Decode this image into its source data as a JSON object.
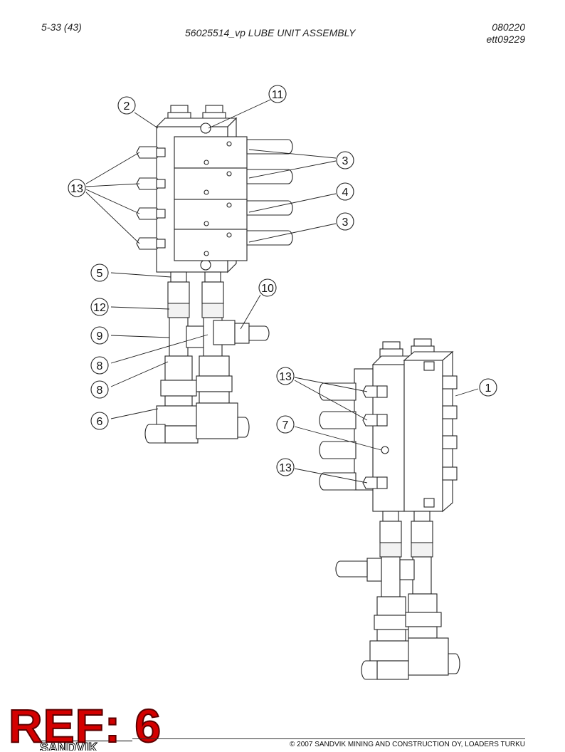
{
  "header": {
    "page": "5-33 (43)",
    "title": "56025514_vp LUBE UNIT ASSEMBLY",
    "date": "080220",
    "code": "ett09229"
  },
  "callouts": {
    "c2": "2",
    "c11": "11",
    "c3a": "3",
    "c13a": "13",
    "c4": "4",
    "c3b": "3",
    "c5": "5",
    "c10": "10",
    "c12": "12",
    "c9": "9",
    "c8a": "8",
    "c8b": "8",
    "c6": "6",
    "c13b": "13",
    "c1": "1",
    "c7": "7",
    "c13c": "13"
  },
  "stamp": {
    "ref": "REF: 6",
    "brand": "SANDVIK"
  },
  "footer": {
    "copyright": "© 2007 SANDVIK MINING AND CONSTRUCTION OY, LOADERS TURKU"
  }
}
